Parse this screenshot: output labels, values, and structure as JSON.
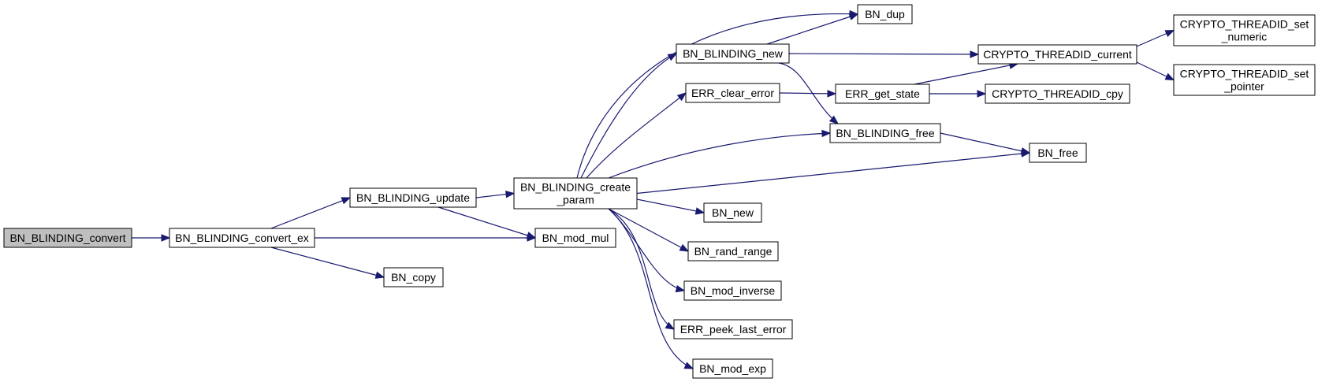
{
  "colors": {
    "edge": "#191970",
    "root_fill": "#bfbfbf",
    "node_fill": "#ffffff"
  },
  "nodes": {
    "convert": [
      "BN_BLINDING_convert"
    ],
    "convert_ex": [
      "BN_BLINDING_convert_ex"
    ],
    "update": [
      "BN_BLINDING_update"
    ],
    "copy": [
      "BN_copy"
    ],
    "create_param": [
      "BN_BLINDING_create",
      "_param"
    ],
    "mod_mul": [
      "BN_mod_mul"
    ],
    "dup": [
      "BN_dup"
    ],
    "blinding_new": [
      "BN_BLINDING_new"
    ],
    "err_clear": [
      "ERR_clear_error"
    ],
    "blinding_free": [
      "BN_BLINDING_free"
    ],
    "bn_new": [
      "BN_new"
    ],
    "rand_range": [
      "BN_rand_range"
    ],
    "mod_inverse": [
      "BN_mod_inverse"
    ],
    "err_peek": [
      "ERR_peek_last_error"
    ],
    "mod_exp": [
      "BN_mod_exp"
    ],
    "threadid_current": [
      "CRYPTO_THREADID_current"
    ],
    "err_get_state": [
      "ERR_get_state"
    ],
    "threadid_cpy": [
      "CRYPTO_THREADID_cpy"
    ],
    "bn_free": [
      "BN_free"
    ],
    "threadid_set_numeric": [
      "CRYPTO_THREADID_set",
      "_numeric"
    ],
    "threadid_set_pointer": [
      "CRYPTO_THREADID_set",
      "_pointer"
    ]
  },
  "edges": [
    [
      "convert",
      "convert_ex"
    ],
    [
      "convert_ex",
      "update"
    ],
    [
      "convert_ex",
      "mod_mul"
    ],
    [
      "convert_ex",
      "copy"
    ],
    [
      "update",
      "create_param"
    ],
    [
      "update",
      "mod_mul"
    ],
    [
      "create_param",
      "dup"
    ],
    [
      "create_param",
      "blinding_new"
    ],
    [
      "create_param",
      "err_clear"
    ],
    [
      "create_param",
      "blinding_free"
    ],
    [
      "create_param",
      "bn_free"
    ],
    [
      "create_param",
      "bn_new"
    ],
    [
      "create_param",
      "rand_range"
    ],
    [
      "create_param",
      "mod_inverse"
    ],
    [
      "create_param",
      "err_peek"
    ],
    [
      "create_param",
      "mod_exp"
    ],
    [
      "blinding_new",
      "dup"
    ],
    [
      "blinding_new",
      "threadid_current"
    ],
    [
      "blinding_new",
      "blinding_free"
    ],
    [
      "err_clear",
      "err_get_state"
    ],
    [
      "err_get_state",
      "threadid_current"
    ],
    [
      "err_get_state",
      "threadid_cpy"
    ],
    [
      "blinding_free",
      "bn_free"
    ],
    [
      "threadid_current",
      "threadid_set_numeric"
    ],
    [
      "threadid_current",
      "threadid_set_pointer"
    ]
  ]
}
